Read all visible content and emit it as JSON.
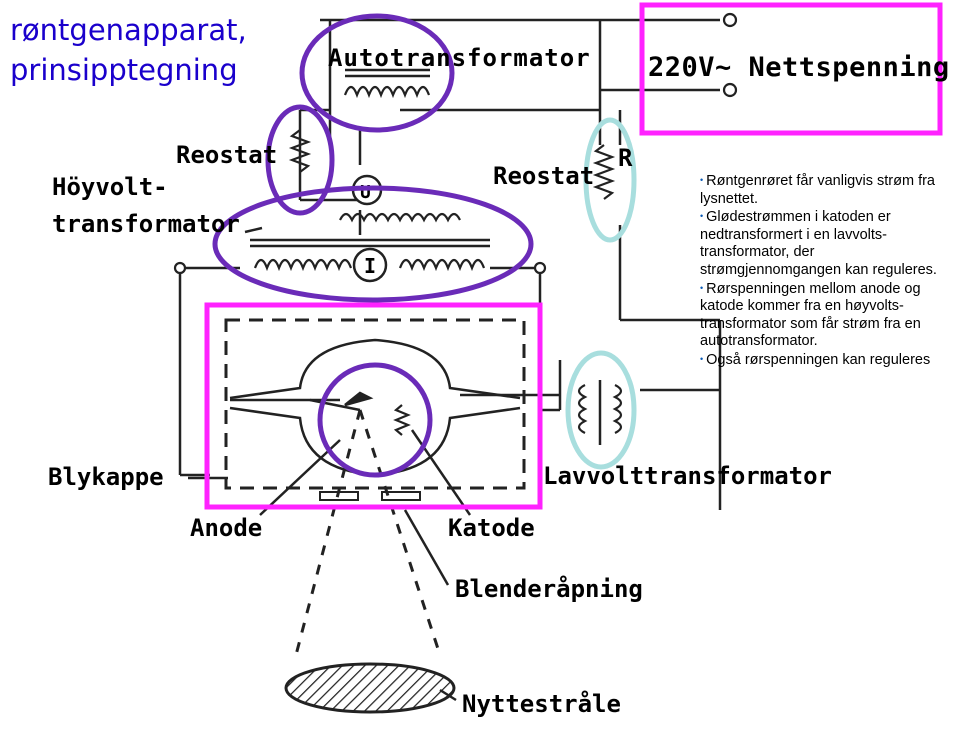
{
  "title": {
    "line1": "røntgenapparat,",
    "line2": "prinsipptegning"
  },
  "labels": {
    "autotransformator": "Autotransformator",
    "voltage": "220V~ Nettspenning",
    "reostat_left": "Reostat",
    "reostat_right": "Reostat",
    "r": "R",
    "hoyvolt1": "Höyvolt-",
    "hoyvolt2": "transformator",
    "u": "U",
    "i": "I",
    "blykappe": "Blykappe",
    "anode": "Anode",
    "katode": "Katode",
    "lavvolt": "Lavvolttransformator",
    "blender": "Blenderåpning",
    "nytte": "Nyttestråle"
  },
  "bullets": [
    "Røntgenrøret får vanligvis strøm fra lysnettet.",
    "Glødestrømmen i katoden er nedtransformert i en lavvolts-transformator, der strømgjennomgangen kan reguleres.",
    "Rørspenningen mellom anode og katode kommer fra en høyvolts-transformator som får strøm fra en autotransformator.",
    "Også rørspenningen kan reguleres"
  ],
  "colors": {
    "title": "#1a00cc",
    "magenta": "#ff22ff",
    "purple": "#6a2bb8",
    "lightblue": "#a8dede",
    "bullet_dot": "#0a5ab5"
  }
}
